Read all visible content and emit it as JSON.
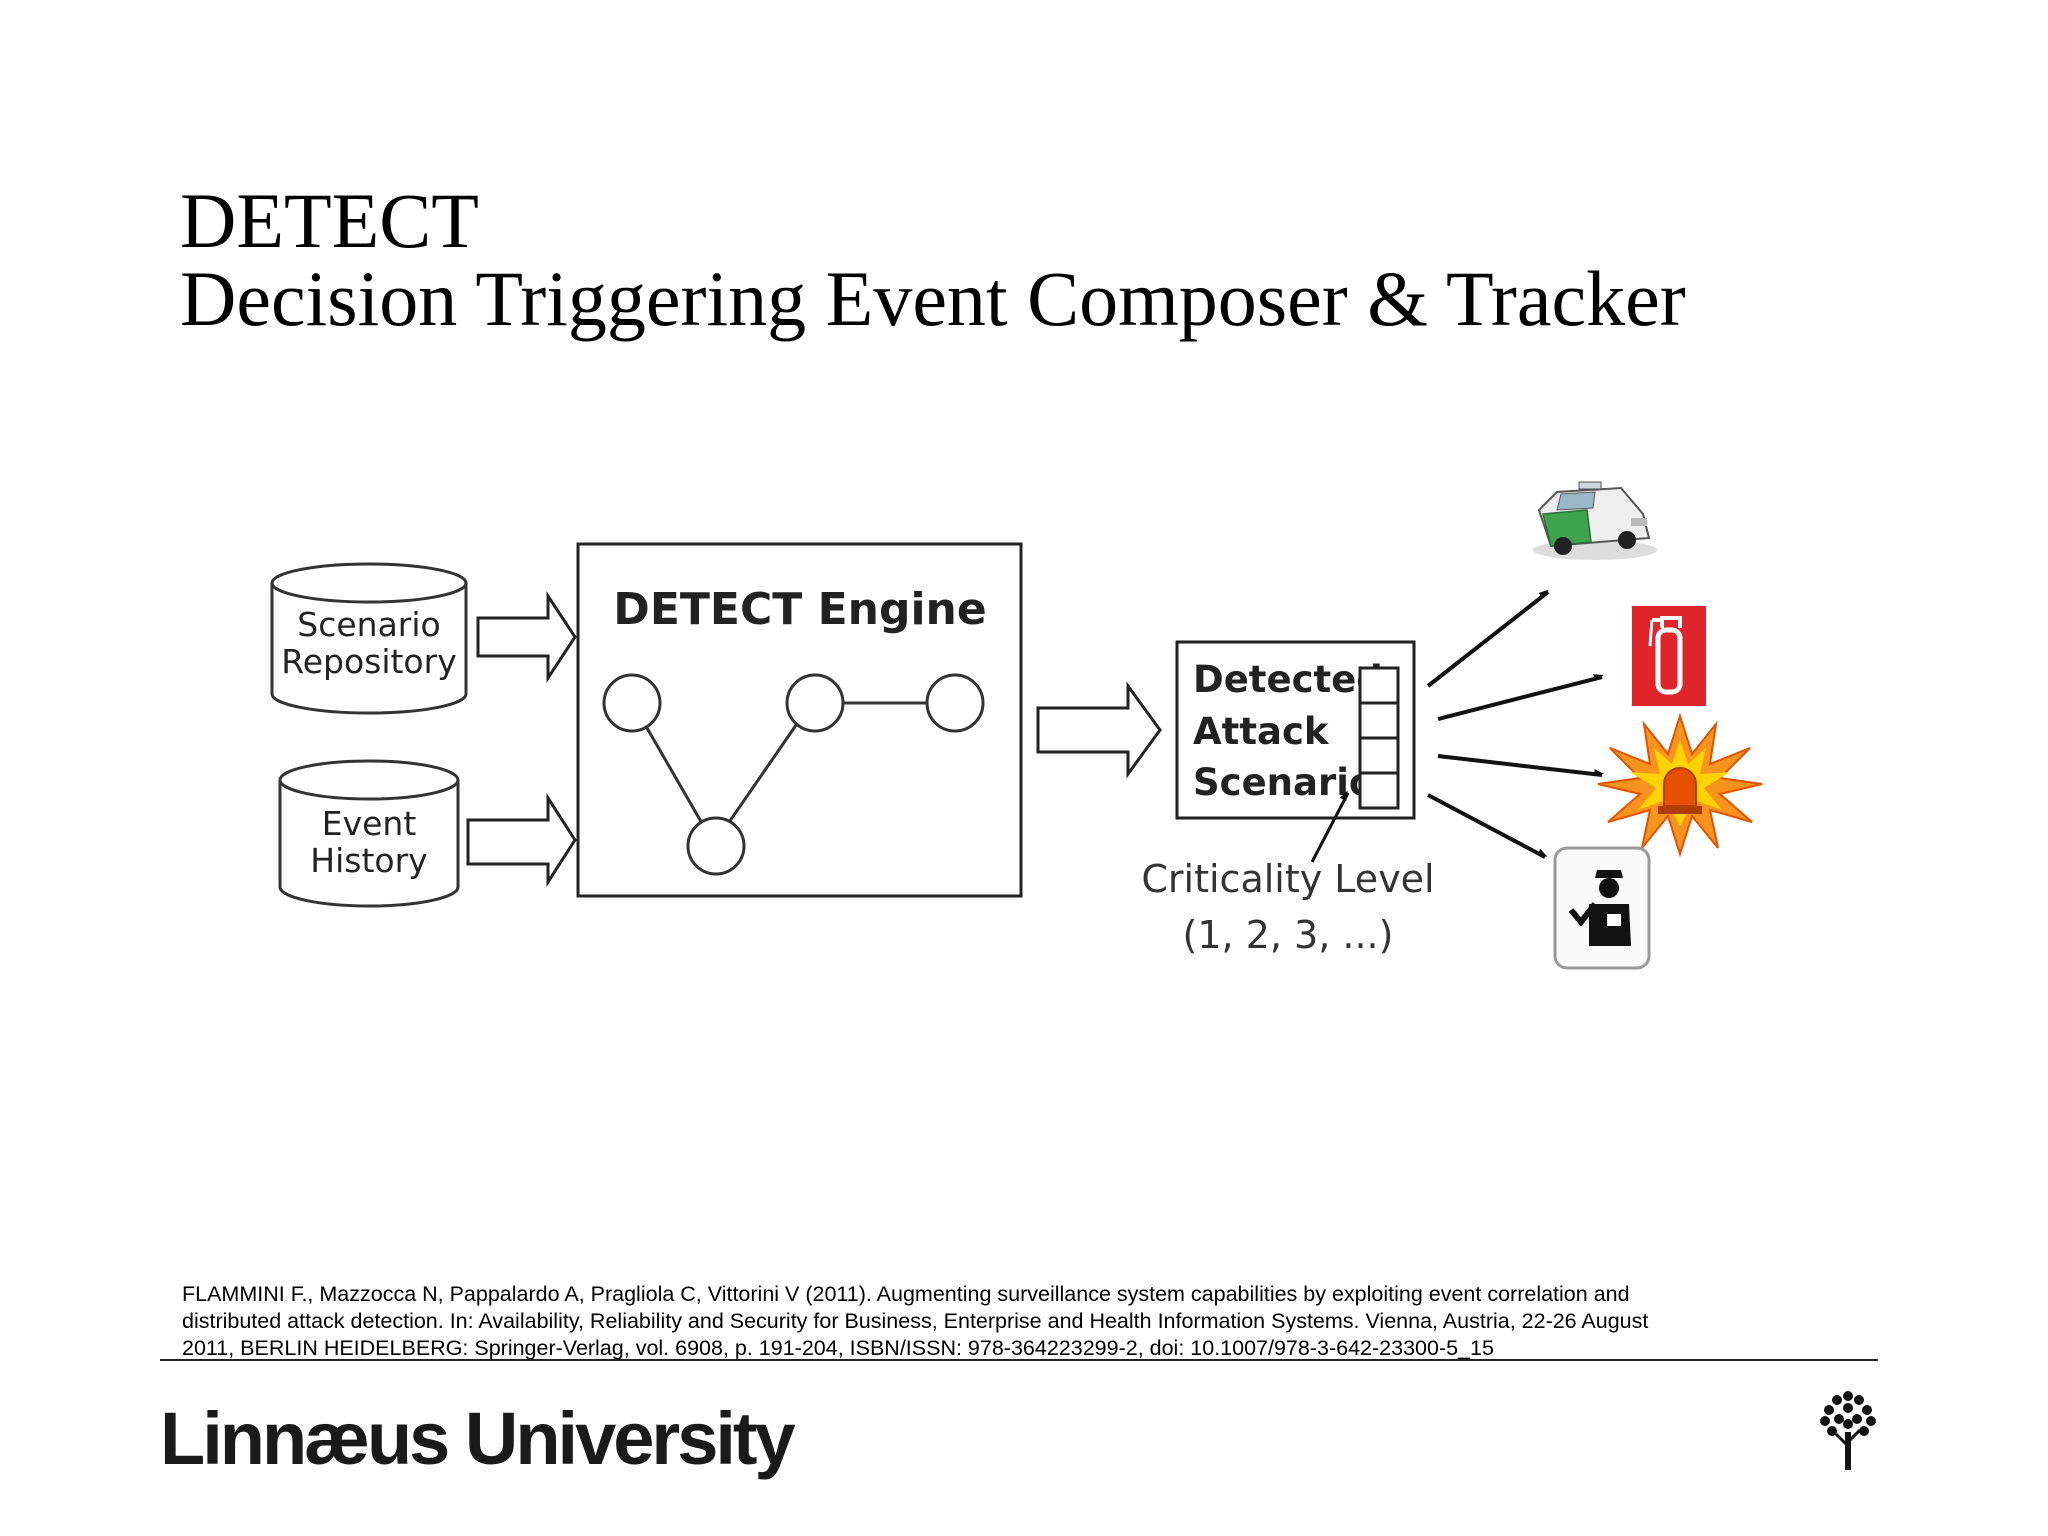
{
  "slide": {
    "title_line1": "DETECT",
    "title_line2": "Decision Triggering Event Composer & Tracker"
  },
  "diagram": {
    "scenario_repository": [
      "Scenario",
      "Repository"
    ],
    "event_history": [
      "Event",
      "History"
    ],
    "engine_title": "DETECT Engine",
    "detected_box": [
      "Detected",
      "Attack",
      "Scenario"
    ],
    "criticality": [
      "Criticality Level",
      "(1, 2, 3, ...)"
    ],
    "icons": [
      "police-car-icon",
      "fire-extinguisher-icon",
      "alarm-light-icon",
      "security-guard-icon"
    ],
    "colors": {
      "car_green": "#3fa34d",
      "extinguisher_red": "#e0242b",
      "alarm_orange": "#f7941d",
      "alarm_yellow": "#ffd200"
    }
  },
  "citation": {
    "line1": "FLAMMINI F., Mazzocca N, Pappalardo A, Pragliola C, Vittorini V (2011). Augmenting surveillance system capabilities by exploiting event correlation and",
    "line2": "distributed attack detection. In: Availability, Reliability and Security for Business, Enterprise and Health Information Systems. Vienna, Austria, 22-26 August",
    "line3": "2011, BERLIN HEIDELBERG: Springer-Verlag, vol. 6908, p. 191-204, ISBN/ISSN: 978-364223299-2, doi: 10.1007/978-3-642-23300-5_15"
  },
  "footer": {
    "brand": "Linnæus University",
    "logo": "tree-logo-icon"
  }
}
